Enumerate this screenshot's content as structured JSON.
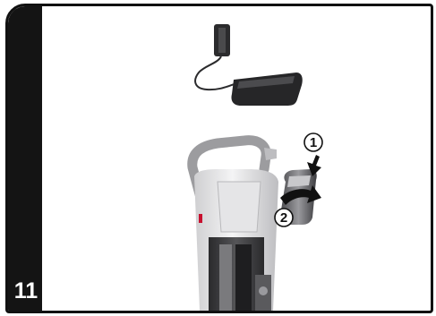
{
  "step": {
    "number": "11"
  },
  "callouts": [
    {
      "label": "1"
    },
    {
      "label": "2"
    }
  ],
  "colors": {
    "tab": "#141414",
    "border": "#111111",
    "device_body": "#e9e9ea",
    "device_dark": "#3a3a3c",
    "accent": "#c8102e"
  },
  "icons": [
    "charger-plug-icon",
    "charger-base-icon",
    "vacuum-icon",
    "battery-pack-icon",
    "arrow-down-icon",
    "curved-arrow-icon"
  ]
}
